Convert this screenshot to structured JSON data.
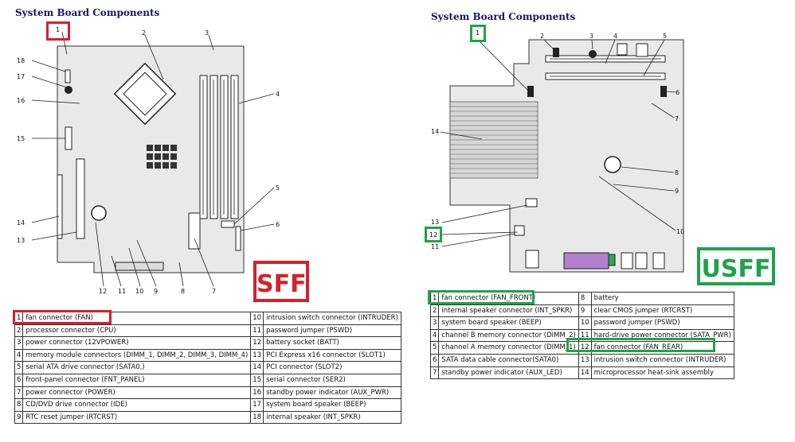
{
  "left": {
    "title": "System Board Components",
    "badge": "SFF",
    "callouts": [
      "1",
      "2",
      "3",
      "4",
      "5",
      "6",
      "7",
      "8",
      "9",
      "10",
      "11",
      "12",
      "13",
      "14",
      "15",
      "16",
      "17",
      "18"
    ],
    "table": [
      [
        "1",
        "fan connector (FAN)",
        "10",
        "intrusion switch connector (INTRUDER)"
      ],
      [
        "2",
        "processor connector (CPU)",
        "11",
        "password jumper (PSWD)"
      ],
      [
        "3",
        "power connector (12VPOWER)",
        "12",
        "battery socket (BATT)"
      ],
      [
        "4",
        "memory module connectors (DIMM_1, DIMM_2, DIMM_3, DIMM_4)",
        "13",
        "PCI Express x16 connector (SLOT1)"
      ],
      [
        "5",
        "serial ATA drive connector (SATA0,)",
        "14",
        "PCI connector (SLOT2)"
      ],
      [
        "6",
        "front-panel connector (FNT_PANEL)",
        "15",
        "serial connector (SER2)"
      ],
      [
        "7",
        "power connector (POWER)",
        "16",
        "standby power indicator (AUX_PWR)"
      ],
      [
        "8",
        "CD/DVD drive connector (IDE)",
        "17",
        "system board speaker (BEEP)"
      ],
      [
        "9",
        "RTC reset jumper (RTCRST)",
        "18",
        "internal speaker (INT_SPKR)"
      ]
    ]
  },
  "right": {
    "title": "System Board Components",
    "badge": "USFF",
    "callouts": [
      "1",
      "2",
      "3",
      "4",
      "5",
      "6",
      "7",
      "8",
      "9",
      "10",
      "11",
      "12",
      "13",
      "14"
    ],
    "table": [
      [
        "1",
        "fan connector (FAN_FRONT)",
        "8",
        "battery"
      ],
      [
        "2",
        "internal speaker connector (INT_SPKR)",
        "9",
        "clear CMOS jumper (RTCRST)"
      ],
      [
        "3",
        "system board speaker (BEEP)",
        "10",
        "password jumper (PSWD)"
      ],
      [
        "4",
        "channel B memory connector (DIMM_2)",
        "11",
        "hard-drive power connector (SATA_PWR)"
      ],
      [
        "5",
        "channel A memory connector (DIMM_1)",
        "12",
        "fan connector (FAN_REAR)"
      ],
      [
        "6",
        "SATA data cable connector(SATA0)",
        "13",
        "intrusion switch connector (INTRUDER)"
      ],
      [
        "7",
        "standby power indicator (AUX_LED)",
        "14",
        "microprocessor heat-sink assembly"
      ]
    ]
  },
  "colors": {
    "red": "#d6202a",
    "green": "#1fa34a",
    "title": "#15156b"
  }
}
